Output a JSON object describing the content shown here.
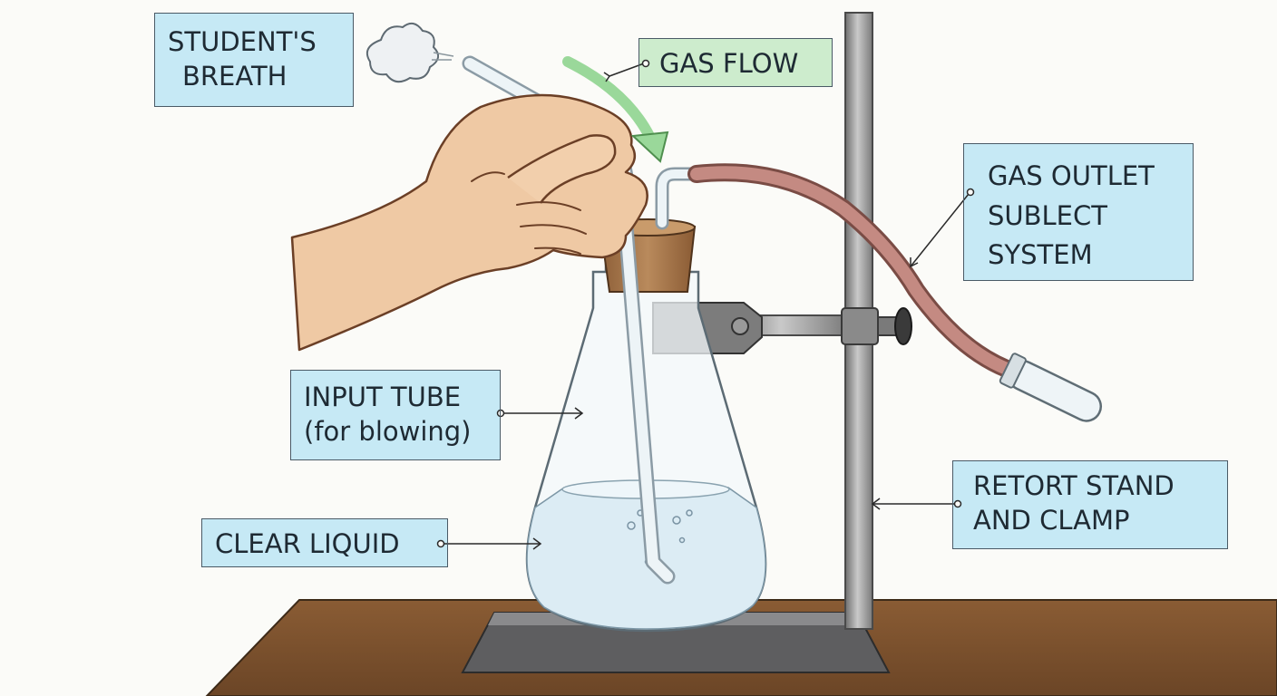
{
  "colors": {
    "label_blue": "#c6e9f5",
    "label_green": "#cdeccd",
    "table": "#7a4f2c",
    "liquid": "#e6f1f7",
    "stopper": "#a8764a",
    "hose": "#c48a82",
    "rod": "#9a9a9a",
    "arrow_green": "#8cd68c"
  },
  "labels": {
    "students_breath": [
      "STUDENT'S",
      "BREATH"
    ],
    "gas_flow": "GAS FLOW",
    "gas_outlet": [
      "GAS OUTLET",
      "SUBLECT",
      "SYSTEM"
    ],
    "input_tube": [
      "INPUT TUBE",
      "(for blowing)"
    ],
    "clear_liquid": "CLEAR LIQUID",
    "retort_stand": [
      "RETORT STAND",
      "AND CLAMP"
    ]
  }
}
